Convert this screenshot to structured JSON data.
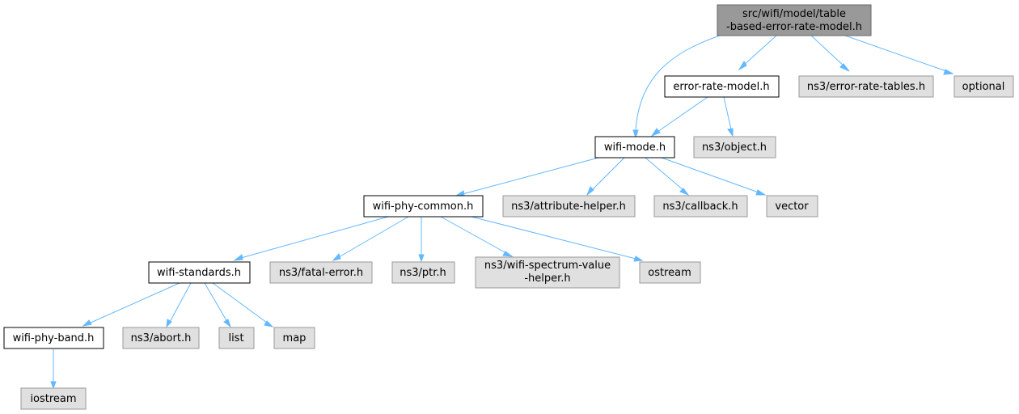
{
  "graph": {
    "title": "",
    "nodes": {
      "root": {
        "lines": [
          "src/wifi/model/table",
          "-based-error-rate-model.h"
        ],
        "kind": "root"
      },
      "error_rate_model": {
        "lines": [
          "error-rate-model.h"
        ],
        "kind": "file"
      },
      "error_rate_tables": {
        "lines": [
          "ns3/error-rate-tables.h"
        ],
        "kind": "external"
      },
      "optional": {
        "lines": [
          "optional"
        ],
        "kind": "external"
      },
      "wifi_mode": {
        "lines": [
          "wifi-mode.h"
        ],
        "kind": "file"
      },
      "object": {
        "lines": [
          "ns3/object.h"
        ],
        "kind": "external"
      },
      "wifi_phy_common": {
        "lines": [
          "wifi-phy-common.h"
        ],
        "kind": "file"
      },
      "attribute_helper": {
        "lines": [
          "ns3/attribute-helper.h"
        ],
        "kind": "external"
      },
      "callback": {
        "lines": [
          "ns3/callback.h"
        ],
        "kind": "external"
      },
      "vector": {
        "lines": [
          "vector"
        ],
        "kind": "external"
      },
      "wifi_standards": {
        "lines": [
          "wifi-standards.h"
        ],
        "kind": "file"
      },
      "fatal_error": {
        "lines": [
          "ns3/fatal-error.h"
        ],
        "kind": "external"
      },
      "ptr": {
        "lines": [
          "ns3/ptr.h"
        ],
        "kind": "external"
      },
      "spectrum_value_helper": {
        "lines": [
          "ns3/wifi-spectrum-value",
          "-helper.h"
        ],
        "kind": "external"
      },
      "ostream": {
        "lines": [
          "ostream"
        ],
        "kind": "external"
      },
      "wifi_phy_band": {
        "lines": [
          "wifi-phy-band.h"
        ],
        "kind": "file"
      },
      "abort": {
        "lines": [
          "ns3/abort.h"
        ],
        "kind": "external"
      },
      "list": {
        "lines": [
          "list"
        ],
        "kind": "external"
      },
      "map": {
        "lines": [
          "map"
        ],
        "kind": "external"
      },
      "iostream": {
        "lines": [
          "iostream"
        ],
        "kind": "external"
      }
    },
    "edges": [
      {
        "from": "root",
        "to": "error_rate_model"
      },
      {
        "from": "root",
        "to": "error_rate_tables"
      },
      {
        "from": "root",
        "to": "optional"
      },
      {
        "from": "root",
        "to": "wifi_mode"
      },
      {
        "from": "error_rate_model",
        "to": "wifi_mode"
      },
      {
        "from": "error_rate_model",
        "to": "object"
      },
      {
        "from": "wifi_mode",
        "to": "wifi_phy_common"
      },
      {
        "from": "wifi_mode",
        "to": "attribute_helper"
      },
      {
        "from": "wifi_mode",
        "to": "callback"
      },
      {
        "from": "wifi_mode",
        "to": "vector"
      },
      {
        "from": "wifi_phy_common",
        "to": "wifi_standards"
      },
      {
        "from": "wifi_phy_common",
        "to": "fatal_error"
      },
      {
        "from": "wifi_phy_common",
        "to": "ptr"
      },
      {
        "from": "wifi_phy_common",
        "to": "spectrum_value_helper"
      },
      {
        "from": "wifi_phy_common",
        "to": "ostream"
      },
      {
        "from": "wifi_standards",
        "to": "wifi_phy_band"
      },
      {
        "from": "wifi_standards",
        "to": "abort"
      },
      {
        "from": "wifi_standards",
        "to": "list"
      },
      {
        "from": "wifi_standards",
        "to": "map"
      },
      {
        "from": "wifi_phy_band",
        "to": "iostream"
      }
    ],
    "colors": {
      "root_fill": "#999999",
      "file_fill": "#ffffff",
      "external_fill": "#e0e0e0",
      "edge": "#63b8ff"
    }
  }
}
